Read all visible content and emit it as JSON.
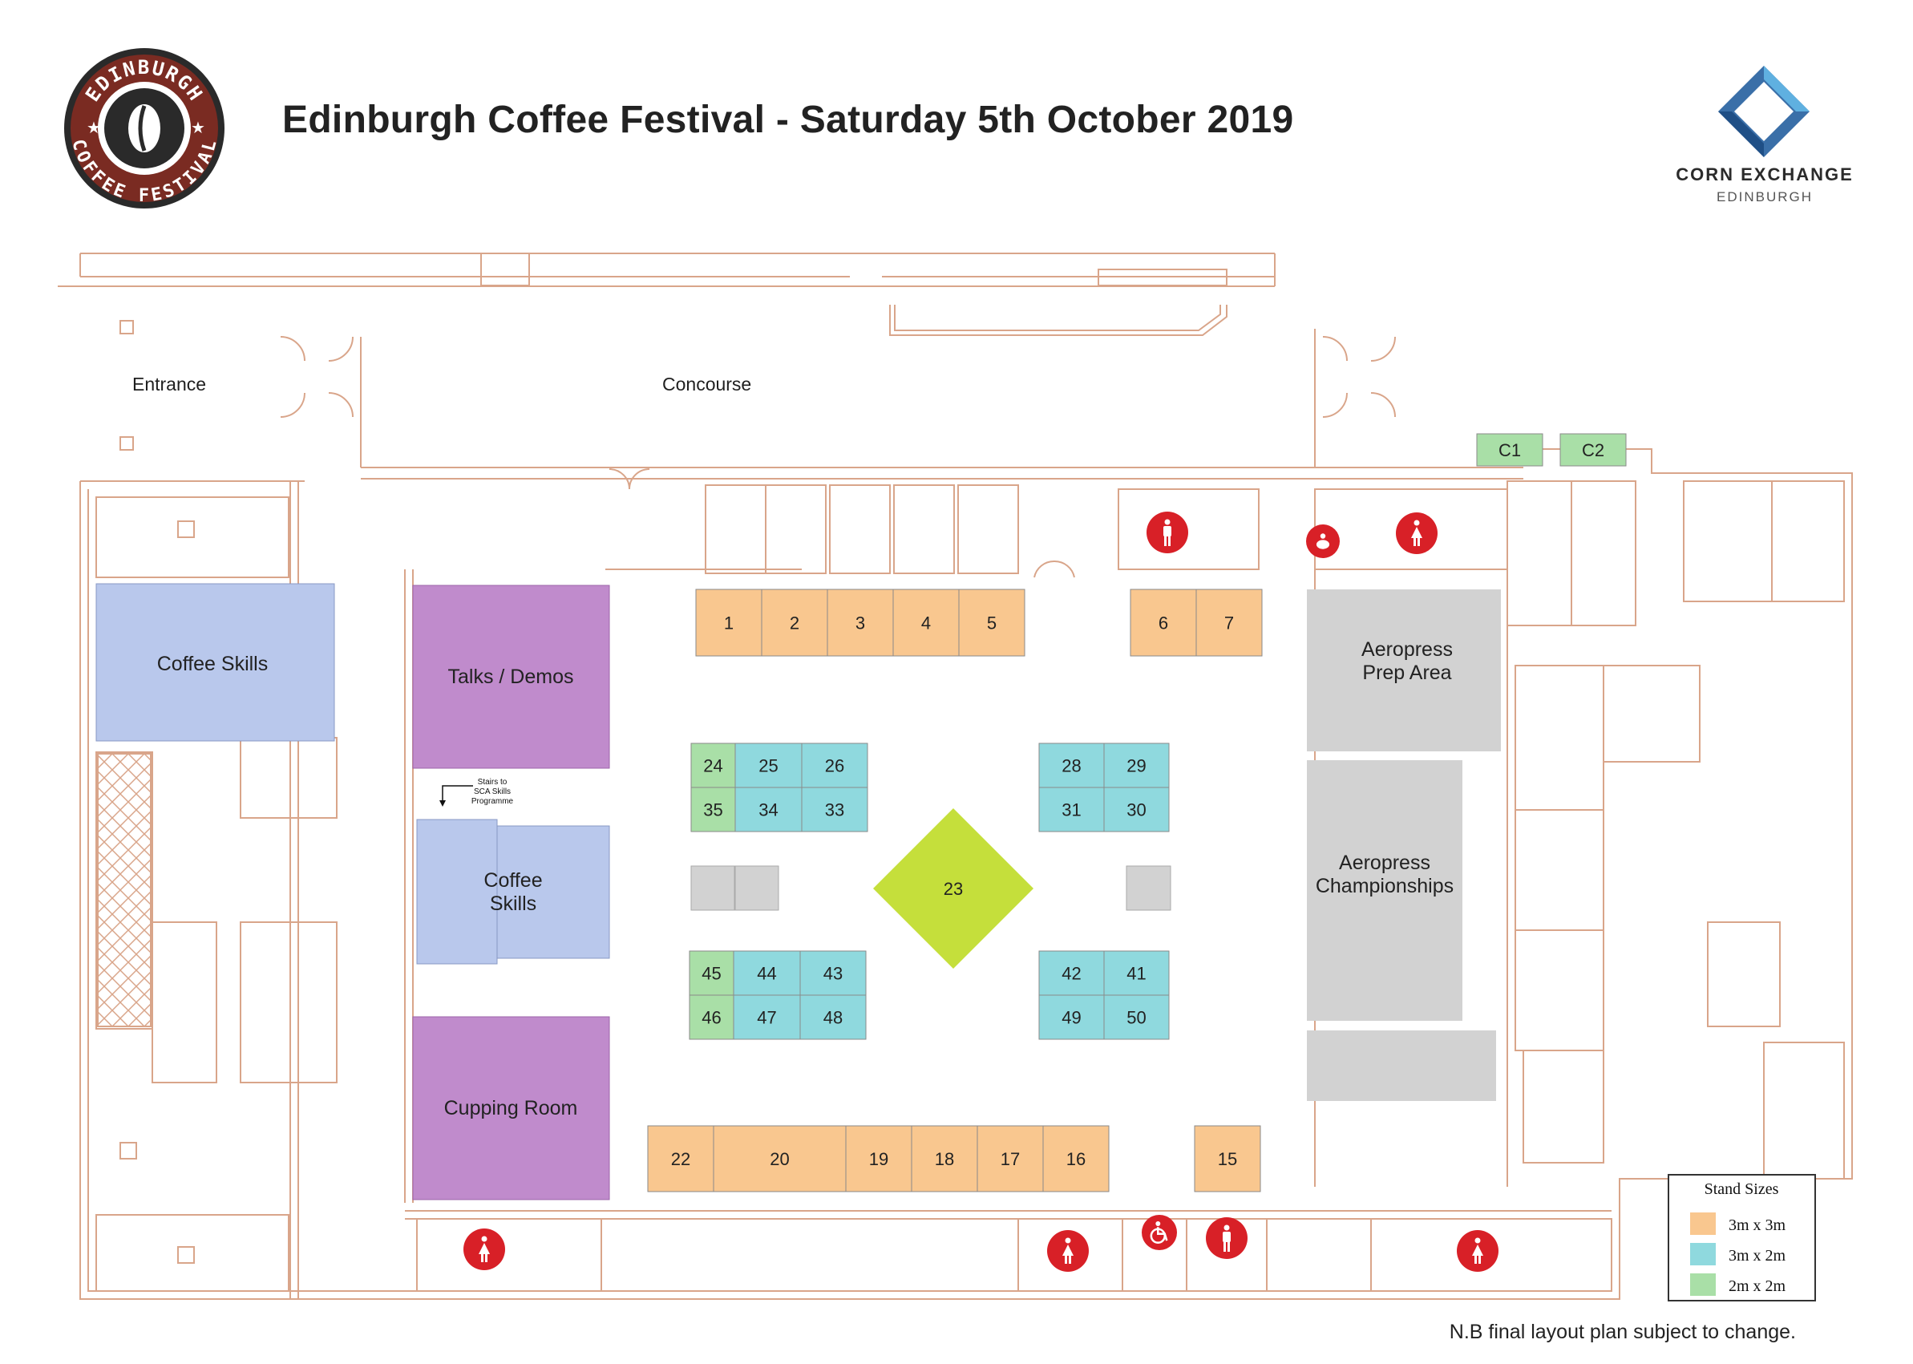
{
  "header": {
    "title": "Edinburgh Coffee Festival - Saturday 5th October 2019",
    "logo_text_top": "EDINBURGH",
    "logo_text_bottom": "COFFEE FESTIVAL",
    "venue_name": "CORN EXCHANGE",
    "venue_city": "EDINBURGH"
  },
  "colors": {
    "stand_3x3": "#f9c78f",
    "stand_3x2": "#8fd9de",
    "stand_2x2": "#a9dfa7",
    "coffee_skills": "#b9c8ec",
    "talks": "#c08bcc",
    "grey_area": "#d2d2d2",
    "centre_stand": "#c5df3b",
    "walls": "#d9a58a",
    "toilet": "#d82027"
  },
  "labels": {
    "entrance": "Entrance",
    "concourse": "Concourse",
    "stairs": [
      "Stairs to",
      "SCA Skills",
      "Programme"
    ],
    "note": "N.B final layout plan subject to change."
  },
  "zones": [
    {
      "id": "coffee-skills-1",
      "lines": [
        "Coffee Skills"
      ],
      "color": "coffee_skills"
    },
    {
      "id": "talks-demos",
      "lines": [
        "Talks / Demos"
      ],
      "color": "talks"
    },
    {
      "id": "coffee-skills-2",
      "lines": [
        "Coffee",
        "Skills"
      ],
      "color": "coffee_skills"
    },
    {
      "id": "cupping-room",
      "lines": [
        "Cupping Room"
      ],
      "color": "talks"
    },
    {
      "id": "aeropress-prep",
      "lines": [
        "Aeropress",
        "Prep Area"
      ],
      "color": "grey_area"
    },
    {
      "id": "aeropress-championships",
      "lines": [
        "Aeropress",
        "Championships"
      ],
      "color": "grey_area"
    }
  ],
  "stands": [
    {
      "label": "1",
      "size": "stand_3x3"
    },
    {
      "label": "2",
      "size": "stand_3x3"
    },
    {
      "label": "3",
      "size": "stand_3x3"
    },
    {
      "label": "4",
      "size": "stand_3x3"
    },
    {
      "label": "5",
      "size": "stand_3x3"
    },
    {
      "label": "6",
      "size": "stand_3x3"
    },
    {
      "label": "7",
      "size": "stand_3x3"
    },
    {
      "label": "C1",
      "size": "stand_2x2"
    },
    {
      "label": "C2",
      "size": "stand_2x2"
    },
    {
      "label": "24",
      "size": "stand_2x2"
    },
    {
      "label": "25",
      "size": "stand_3x2"
    },
    {
      "label": "26",
      "size": "stand_3x2"
    },
    {
      "label": "35",
      "size": "stand_2x2"
    },
    {
      "label": "34",
      "size": "stand_3x2"
    },
    {
      "label": "33",
      "size": "stand_3x2"
    },
    {
      "label": "28",
      "size": "stand_3x2"
    },
    {
      "label": "29",
      "size": "stand_3x2"
    },
    {
      "label": "31",
      "size": "stand_3x2"
    },
    {
      "label": "30",
      "size": "stand_3x2"
    },
    {
      "label": "23",
      "size": "centre_stand"
    },
    {
      "label": "45",
      "size": "stand_2x2"
    },
    {
      "label": "44",
      "size": "stand_3x2"
    },
    {
      "label": "43",
      "size": "stand_3x2"
    },
    {
      "label": "46",
      "size": "stand_2x2"
    },
    {
      "label": "47",
      "size": "stand_3x2"
    },
    {
      "label": "48",
      "size": "stand_3x2"
    },
    {
      "label": "42",
      "size": "stand_3x2"
    },
    {
      "label": "41",
      "size": "stand_3x2"
    },
    {
      "label": "49",
      "size": "stand_3x2"
    },
    {
      "label": "50",
      "size": "stand_3x2"
    },
    {
      "label": "22",
      "size": "stand_3x3"
    },
    {
      "label": "20",
      "size": "stand_3x3"
    },
    {
      "label": "19",
      "size": "stand_3x3"
    },
    {
      "label": "18",
      "size": "stand_3x3"
    },
    {
      "label": "17",
      "size": "stand_3x3"
    },
    {
      "label": "16",
      "size": "stand_3x3"
    },
    {
      "label": "15",
      "size": "stand_3x3"
    }
  ],
  "legend": {
    "title": "Stand Sizes",
    "items": [
      {
        "label": "3m x 3m",
        "color": "#f9c78f"
      },
      {
        "label": "3m x 2m",
        "color": "#8fd9de"
      },
      {
        "label": "2m x 2m",
        "color": "#a9dfa7"
      }
    ]
  },
  "facilities": [
    {
      "type": "male-toilet"
    },
    {
      "type": "baby-change"
    },
    {
      "type": "female-toilet"
    },
    {
      "type": "female-toilet"
    },
    {
      "type": "female-toilet"
    },
    {
      "type": "accessible-toilet"
    },
    {
      "type": "male-toilet"
    },
    {
      "type": "female-toilet"
    }
  ]
}
